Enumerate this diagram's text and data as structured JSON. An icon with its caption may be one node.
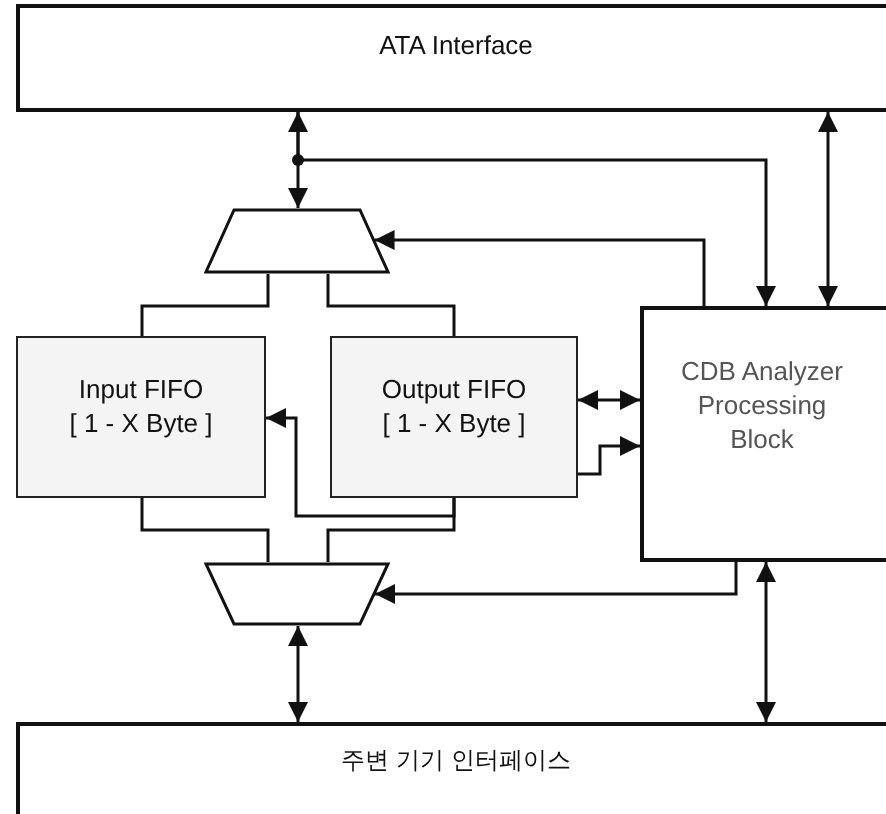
{
  "diagram": {
    "nodes": [
      {
        "text": [
          "ATA Interface"
        ]
      },
      {
        "text": [],
        "shape": "trapezoid"
      },
      {
        "text": [
          "Input FIFO",
          "[ 1 - X Byte ]"
        ]
      },
      {
        "text": [
          "Output FIFO",
          "[ 1 - X Byte ]"
        ]
      },
      {
        "text": [
          "CDB Analyzer Processing Block"
        ]
      },
      {
        "text": [],
        "shape": "trapezoid"
      },
      {
        "text": [
          "주변 기기 인터페이스"
        ]
      }
    ],
    "edges": [
      {
        "from": 0,
        "to": 1,
        "arrow": "both"
      },
      {
        "from": 0,
        "to": 4,
        "arrow": "to"
      },
      {
        "from": 0,
        "to": 4,
        "arrow": "both"
      },
      {
        "from": 4,
        "to": 1,
        "arrow": "to"
      },
      {
        "from": 1,
        "to": 2,
        "arrow": "none"
      },
      {
        "from": 1,
        "to": 3,
        "arrow": "none"
      },
      {
        "from": 3,
        "to": 4,
        "arrow": "both"
      },
      {
        "from": 3,
        "to": 4,
        "arrow": "to"
      },
      {
        "from": 3,
        "to": 2,
        "arrow": "to"
      },
      {
        "from": 2,
        "to": 5,
        "arrow": "none"
      },
      {
        "from": 3,
        "to": 5,
        "arrow": "none"
      },
      {
        "from": 4,
        "to": 5,
        "arrow": "to"
      },
      {
        "from": 5,
        "to": 6,
        "arrow": "both"
      },
      {
        "from": 4,
        "to": 6,
        "arrow": "both"
      }
    ]
  }
}
